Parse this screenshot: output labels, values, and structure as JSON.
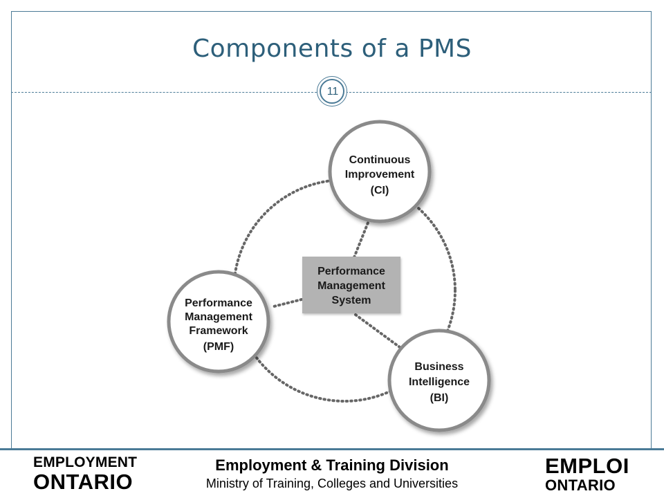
{
  "slide": {
    "title": "Components of a PMS",
    "page_number": "11"
  },
  "diagram": {
    "center": {
      "lines": [
        "Performance",
        "Management",
        "System"
      ]
    },
    "nodes": [
      {
        "id": "ci",
        "lines": [
          "Continuous",
          "Improvement",
          "(CI)"
        ]
      },
      {
        "id": "pmf",
        "lines": [
          "Performance",
          "Management",
          "Framework",
          "(PMF)"
        ]
      },
      {
        "id": "bi",
        "lines": [
          "Business",
          "Intelligence",
          "(BI)"
        ]
      }
    ]
  },
  "footer": {
    "logo_left_line1": "EMPLOYMENT",
    "logo_left_line2": "ONTARIO",
    "division_title": "Employment & Training Division",
    "division_subtitle": "Ministry of Training, Colleges and Universities",
    "logo_right_line1": "EMPLOI",
    "logo_right_line2": "ONTARIO"
  },
  "colors": {
    "accent": "#2d5f7a",
    "center_box": "#b3b3b3",
    "dots": "#666666"
  }
}
